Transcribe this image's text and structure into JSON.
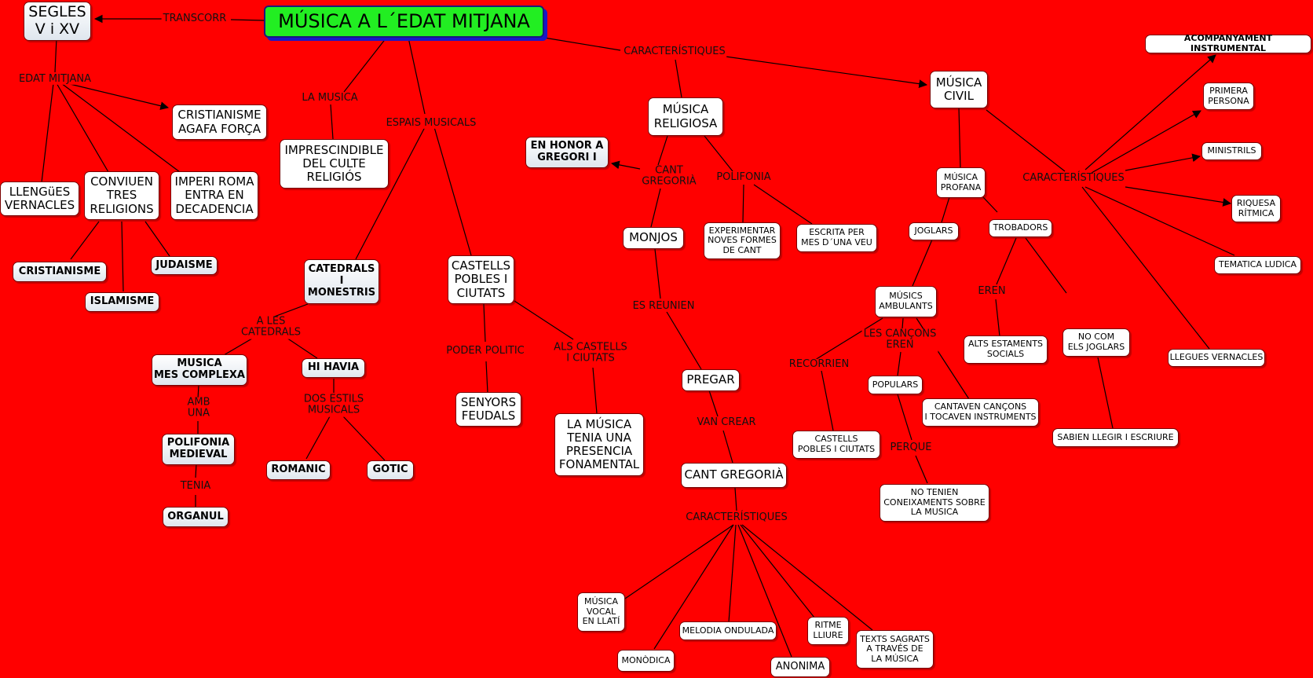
{
  "diagram": {
    "background_color": "#ff0000",
    "title": "MÚSICA A L´EDAT MITJANA",
    "nodes": {
      "title": "MÚSICA A L´EDAT MITJANA",
      "segles": "SEGLES\nV i XV",
      "cristianisme_agafa": "CRISTIANISME\nAGAFA FORÇA",
      "llengues": "LLENGüES\nVERNACLES",
      "conviuen": "CONVIUEN\nTRES\nRELIGIONS",
      "imperi": "IMPERI ROMA\nENTRA EN\nDECADENCIA",
      "cristianisme": "CRISTIANISME",
      "judaisme": "JUDAISME",
      "islamisme": "ISLAMISME",
      "imprescindible": "IMPRESCINDIBLE\nDEL CULTE\nRELIGIÓS",
      "catedrals": "CATEDRALS\nI\nMONESTRIS",
      "castells": "CASTELLS\nPOBLES I\nCIUTATS",
      "musica_complexa": "MUSICA\nMES COMPLEXA",
      "hi_havia": "HI HAVIA",
      "polifonia_medieval": "POLIFONIA\nMEDIEVAL",
      "organul": "ORGANUL",
      "romanic": "ROMANIC",
      "gotic": "GOTIC",
      "senyors": "SENYORS\nFEUDALS",
      "presencia": "LA MÚSICA\nTENIA UNA\nPRESENCIA\nFONAMENTAL",
      "religiosa": "MÚSICA\nRELIGIOSA",
      "honor_gregori": "EN HONOR  A\nGREGORI I",
      "monjos": "MONJOS",
      "experimentar": "EXPERIMENTAR\nNOVES FORMES\nDE CANT",
      "escrita": "ESCRITA PER\nMES D´UNA VEU",
      "pregar": "PREGAR",
      "cant_gregoria": "CANT GREGORIÀ",
      "vocal": "MÚSICA\nVOCAL\nEN LLATÍ",
      "monodica": "MONÒDICA",
      "melodia": "MELODIA ONDULADA",
      "anonima": "ANONIMA",
      "ritme": "RITME\nLLIURE",
      "texts": "TEXTS SAGRATS\nA TRAVÉS DE\nLA MÚSICA",
      "civil": "MÚSICA\nCIVIL",
      "profana": "MÚSICA\nPROFANA",
      "joglars": "JOGLARS",
      "trobadors": "TROBADORS",
      "ambulants": "MÚSICS\nAMBULANTS",
      "castells2": "CASTELLS\nPOBLES I CIUTATS",
      "populars": "POPULARS",
      "cantaven": "CANTAVEN CANÇONS\nI TOCAVEN INSTRUMENTS",
      "no_tenien": "NO TENIEN\nCONEIXAMENTS SOBRE\nLA MUSICA",
      "alts": "ALTS ESTAMENTS\nSOCIALS",
      "no_com": "NO COM\nELS JOGLARS",
      "sabien": "SABIEN  LLEGIR I ESCRIURE",
      "acompanyament": "ACOMPANYAMENT INSTRUMENTAL",
      "primera": "PRIMERA\nPERSONA",
      "ministrils": "MINISTRILS",
      "riquesa": "RIQUESA\nRÍTMICA",
      "tematica": "TEMATICA LUDICA",
      "llegues": "LLEGUES VERNACLES"
    },
    "link_labels": {
      "transcorr": "TRANSCORR",
      "edat_mitjana": "EDAT MITJANA",
      "la_musica": "LA MUSICA",
      "espais": "ESPAIS MUSICALS",
      "caract_top": "CARACTERÍSTIQUES",
      "a_les": "A LES\nCATEDRALS",
      "amb_una": "AMB\nUNA",
      "tenia": "TENIA",
      "dos_estils": "DOS ESTILS\nMUSICALS",
      "poder": "PODER POLITIC",
      "als_castells": "ALS CASTELLS\nI CIUTATS",
      "cant_greg_link": "CANT\nGREGORIÀ",
      "polifonia": "POLIFONIA",
      "es_reunien": "ES REUNIEN",
      "van_crear": "VAN CREAR",
      "caract_cant": "CARACTERÍSTIQUES",
      "caract_civil": "CARACTERÍSTIQUES",
      "eren": "EREN",
      "recorrien": "RECORRIEN",
      "cancons_eren": "LES CANÇONS\nEREN",
      "perque": "PERQUE"
    }
  }
}
